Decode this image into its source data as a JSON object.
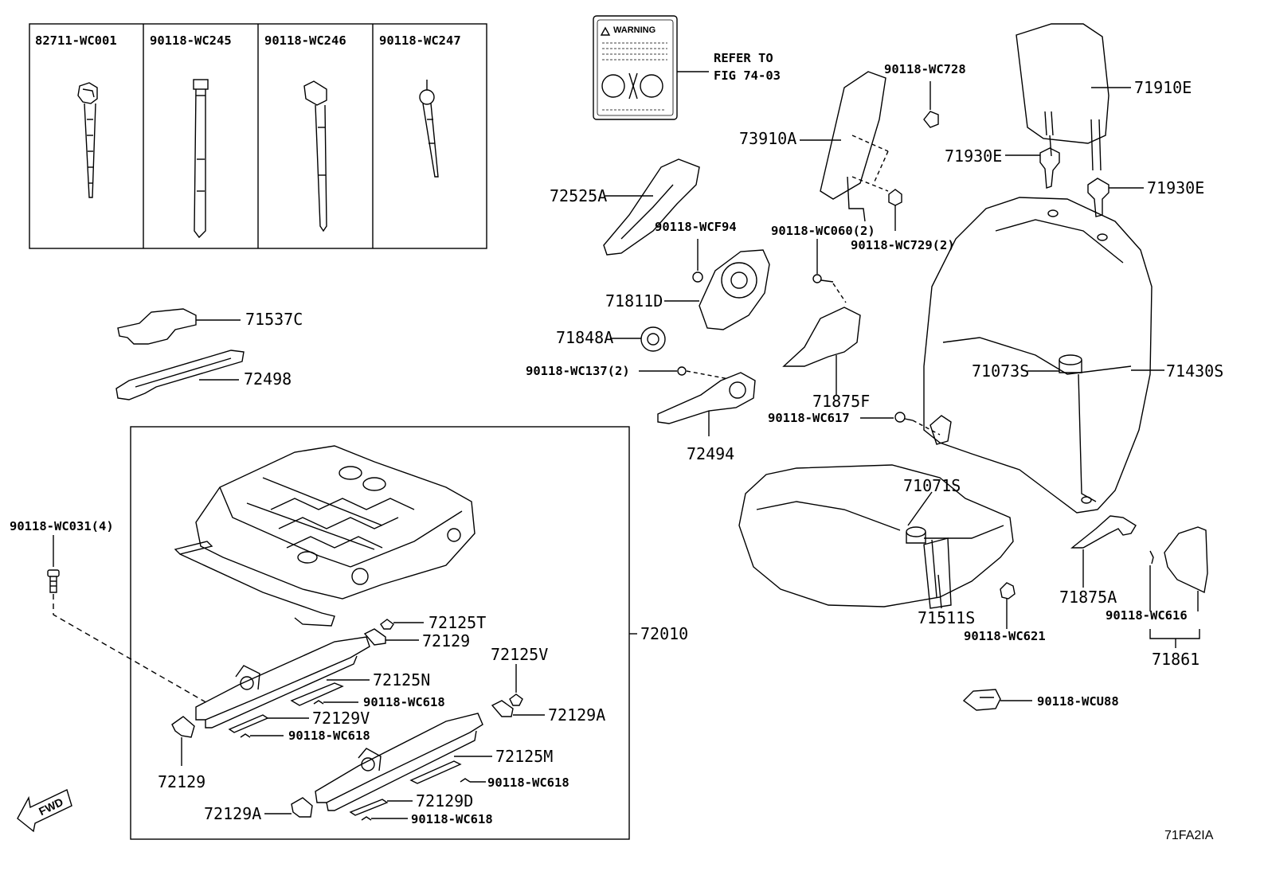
{
  "fastener_box": {
    "columns": [
      "82711-WC001",
      "90118-WC245",
      "90118-WC246",
      "90118-WC247"
    ]
  },
  "warning_label": {
    "title": "WARNING",
    "reference": [
      "REFER TO",
      "FIG 74-03"
    ]
  },
  "callouts": {
    "c_71537C": "71537C",
    "c_72498": "72498",
    "c_72525A": "72525A",
    "c_90118_WCF94": "90118-WCF94",
    "c_71811D": "71811D",
    "c_71848A": "71848A",
    "c_90118_WC137": "90118-WC137(2)",
    "c_72494": "72494",
    "c_73910A": "73910A",
    "c_90118_WC728": "90118-WC728",
    "c_90118_WC060": "90118-WC060(2)",
    "c_90118_WC729": "90118-WC729(2)",
    "c_71875F": "71875F",
    "c_90118_WC617": "90118-WC617",
    "c_71910E": "71910E",
    "c_71930E_a": "71930E",
    "c_71930E_b": "71930E",
    "c_71073S": "71073S",
    "c_71430S": "71430S",
    "c_71071S": "71071S",
    "c_71511S": "71511S",
    "c_90118_WC621": "90118-WC621",
    "c_71875A": "71875A",
    "c_90118_WC616": "90118-WC616",
    "c_71861": "71861",
    "c_90118_WCU88": "90118-WCU88",
    "c_90118_WC031": "90118-WC031(4)",
    "c_72010": "72010",
    "c_72125T": "72125T",
    "c_72129_a": "72129",
    "c_72125N": "72125N",
    "c_90118_WC618_a": "90118-WC618",
    "c_72129V": "72129V",
    "c_90118_WC618_b": "90118-WC618",
    "c_72125V": "72125V",
    "c_72129A_a": "72129A",
    "c_72125M": "72125M",
    "c_90118_WC618_c": "90118-WC618",
    "c_72129D": "72129D",
    "c_90118_WC618_d": "90118-WC618",
    "c_72129_b": "72129",
    "c_72129A_b": "72129A"
  },
  "fwd_arrow": "FWD",
  "diagram_code": "71FA2IA"
}
